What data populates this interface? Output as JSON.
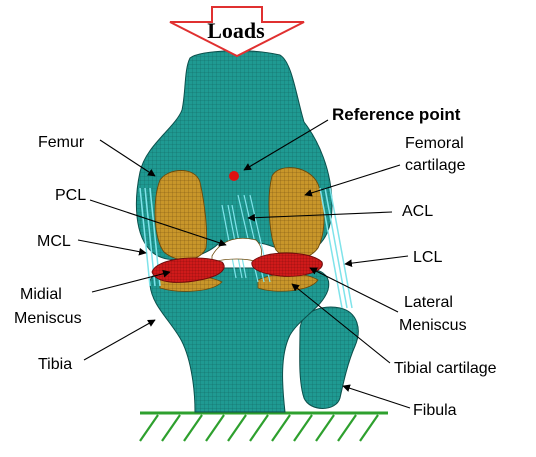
{
  "figure": {
    "loads_label": "Loads",
    "labels": {
      "reference_point": "Reference point",
      "femur": "Femur",
      "femoral_cartilage_line1": "Femoral",
      "femoral_cartilage_line2": "cartilage",
      "pcl": "PCL",
      "acl": "ACL",
      "mcl": "MCL",
      "lcl": "LCL",
      "medial_meniscus_line1": "Midial",
      "medial_meniscus_line2": "Meniscus",
      "lateral_meniscus_line1": "Lateral",
      "lateral_meniscus_line2": "Meniscus",
      "tibia": "Tibia",
      "tibial_cartilage": "Tibial cartilage",
      "fibula": "Fibula"
    },
    "colors": {
      "bone": "#1f9a92",
      "bone_edge": "#0c4f4b",
      "cartilage": "#c8962a",
      "cartilage_edge": "#6b4a0c",
      "meniscus": "#cf1a1a",
      "ligament": "#7fe3ea",
      "reference_point": "#e01010",
      "ground": "#2ea02e",
      "load_arrow": "#e03030"
    }
  }
}
